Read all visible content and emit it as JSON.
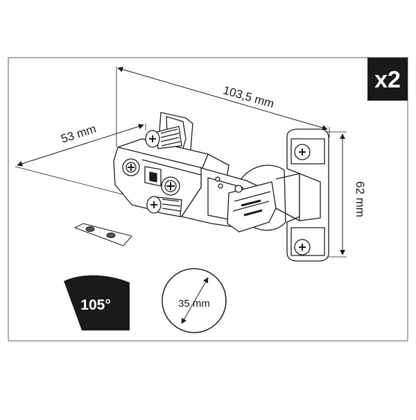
{
  "quantity_badge": {
    "label": "x2",
    "bg_color": "#1a1a1a",
    "text_color": "#ffffff"
  },
  "dimensions": {
    "length": "103,5 mm",
    "depth": "53 mm",
    "height": "62 mm",
    "cup_diameter": "35 mm"
  },
  "opening_angle": {
    "label": "105°",
    "fill_color": "#1a1a1a",
    "text_color": "#ffffff"
  },
  "line_color": "#1a1a1a",
  "part_fill": "#ffffff"
}
